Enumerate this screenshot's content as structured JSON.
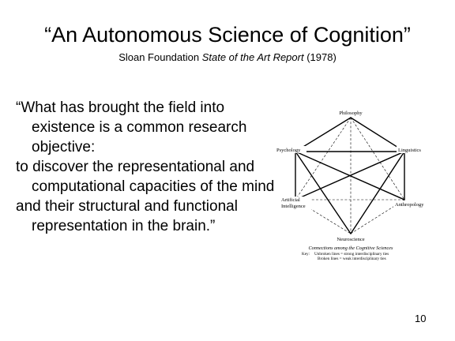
{
  "slide": {
    "title": "“An Autonomous Science of Cognition”",
    "subtitle_prefix": "Sloan Foundation ",
    "subtitle_italic": "State of the Art Report",
    "subtitle_suffix": " (1978)",
    "quote_paragraphs": [
      "“What has brought the field into existence is a common research objective:",
      "to discover the representational and computational capacities of the mind",
      "and their structural and functional representation in the brain.”"
    ],
    "page_number": "10"
  },
  "diagram": {
    "nodes": [
      {
        "id": "philosophy",
        "label": "Philosophy"
      },
      {
        "id": "psychology",
        "label": "Psychology"
      },
      {
        "id": "linguistics",
        "label": "Linguistics"
      },
      {
        "id": "artificial-intelligence",
        "label_line1": "Artificial",
        "label_line2": "Intelligence"
      },
      {
        "id": "anthropology",
        "label": "Anthropology"
      },
      {
        "id": "neuroscience",
        "label": "Neuroscience"
      }
    ],
    "caption": "Connections among the Cognitive Sciences",
    "key_prefix": "Key:",
    "key_line1": "Unbroken lines = strong interdisciplinary ties",
    "key_line2": "Broken lines = weak interdisciplinary ties"
  }
}
